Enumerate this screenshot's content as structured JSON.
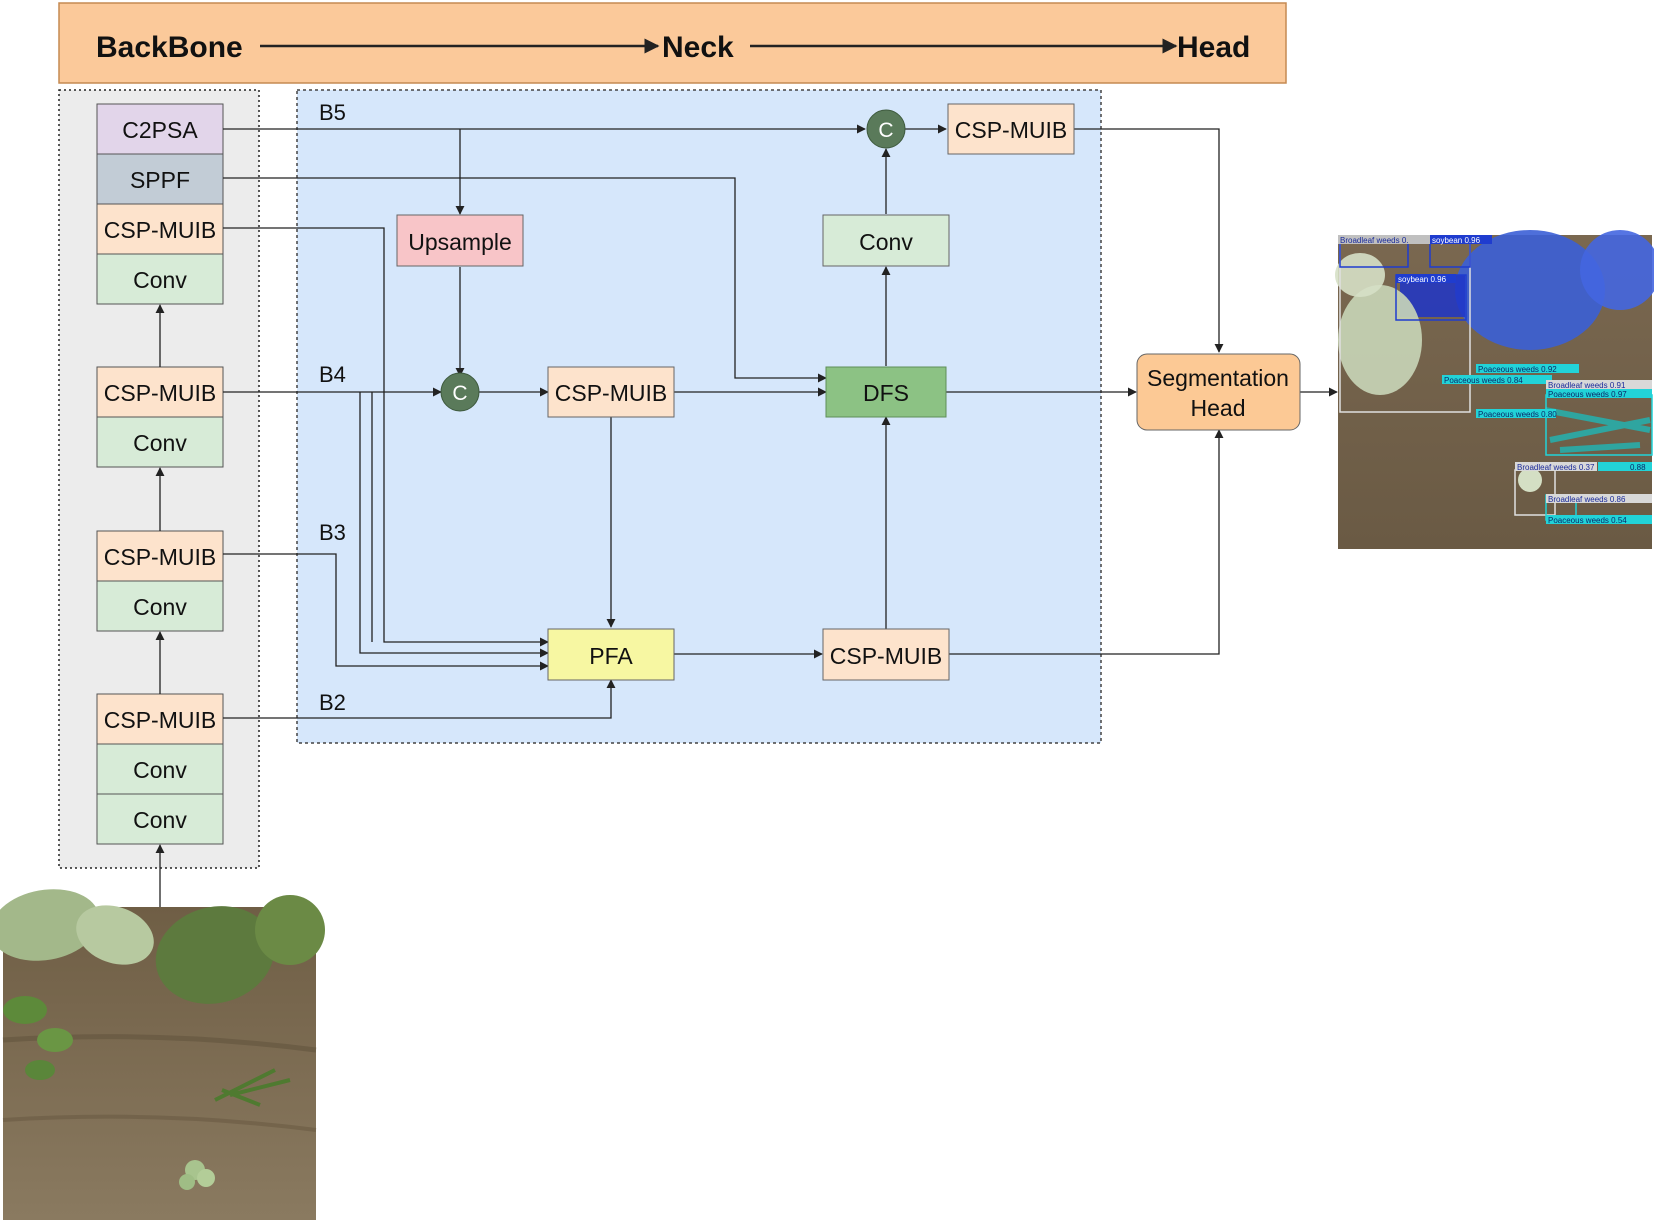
{
  "header": {
    "backbone_label": "BackBone",
    "neck_label": "Neck",
    "head_label": "Head"
  },
  "backbone": {
    "blocks": [
      "C2PSA",
      "SPPF",
      "CSP-MUIB",
      "Conv",
      "CSP-MUIB",
      "Conv",
      "CSP-MUIB",
      "Conv",
      "CSP-MUIB",
      "Conv",
      "Conv"
    ]
  },
  "levels": {
    "b5": "B5",
    "b4": "B4",
    "b3": "B3",
    "b2": "B2"
  },
  "neck": {
    "upsample": "Upsample",
    "concat_b4": "C",
    "csp_muib_mid": "CSP-MUIB",
    "pfa": "PFA",
    "csp_muib_bottom": "CSP-MUIB",
    "dfs": "DFS",
    "conv": "Conv",
    "concat_top": "C",
    "csp_muib_top": "CSP-MUIB"
  },
  "head": {
    "line1": "Segmentation",
    "line2": "Head"
  },
  "output_image": {
    "detections": [
      "Broadleaf weeds 0.",
      "soybean 0.96",
      "soybean 0.96",
      "Poaceous weeds 0.92",
      "Poaceous weeds 0.84",
      "Broadleaf weeds 0.91",
      "Poaceous weeds 0.97",
      "Poaceous weeds 0.80",
      "Broadleaf weeds 0.37",
      "0.88",
      "Broadleaf weeds 0.86",
      "Poaceous weeds 0.54"
    ]
  },
  "colors": {
    "header_bg": "#fbc99a",
    "neck_bg": "#d6e7fb",
    "backbone_bg": "#ececec",
    "c2psa": "#e2d5ea",
    "sppf": "#c2ccd6",
    "csp_muib": "#fde3cc",
    "conv": "#d7ebd7",
    "upsample": "#f8c5c8",
    "pfa": "#f7f7a2",
    "dfs": "#8cc284",
    "concat": "#5a7a5a",
    "seg_head": "#fcc995"
  }
}
